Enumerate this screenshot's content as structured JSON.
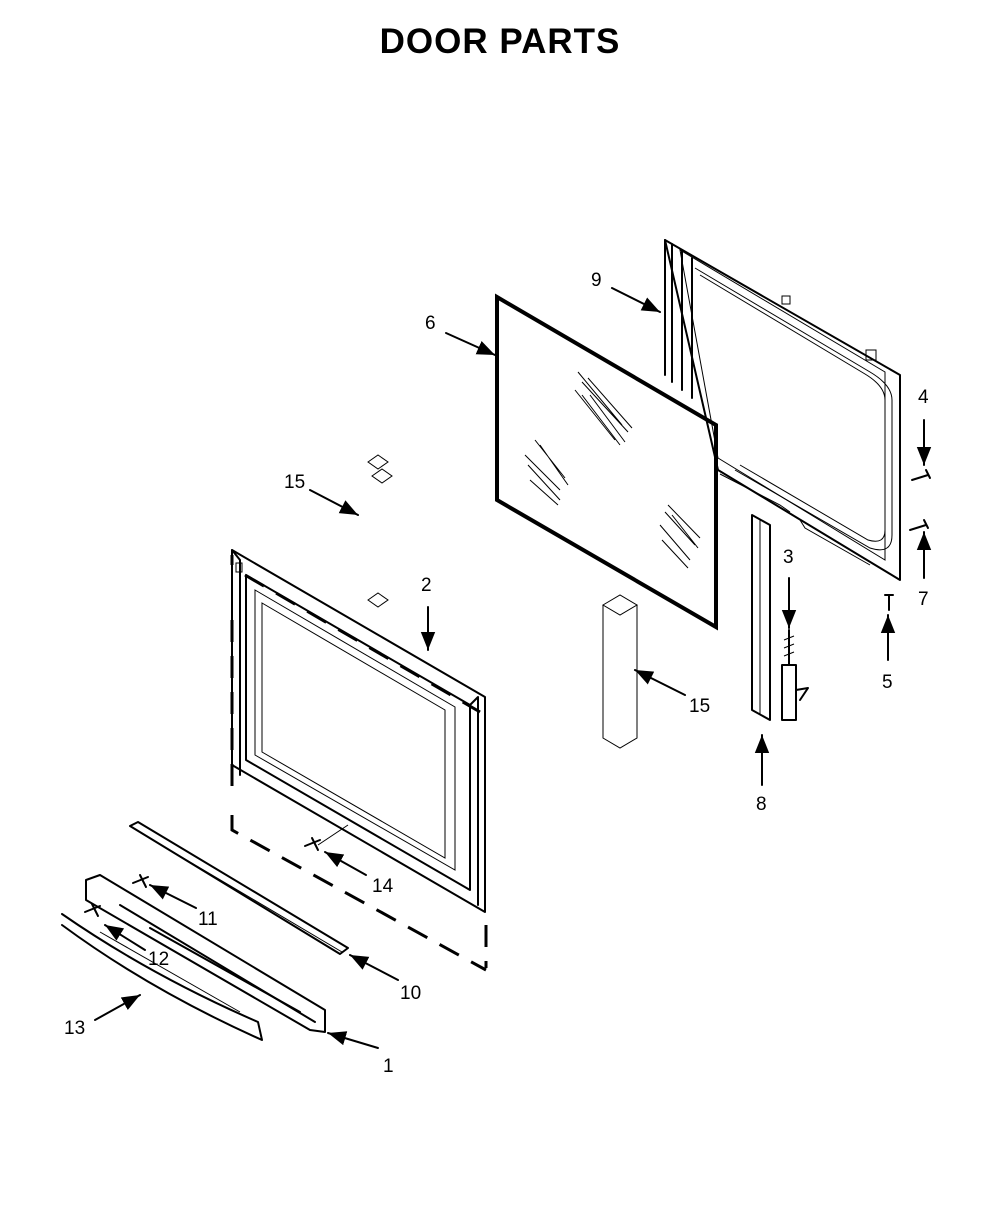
{
  "title": "DOOR PARTS",
  "callouts": [
    {
      "part": "1",
      "name": "door-frame-bottom"
    },
    {
      "part": "2",
      "name": "outer-door-panel"
    },
    {
      "part": "3",
      "name": "door-hinge"
    },
    {
      "part": "4",
      "name": "screw"
    },
    {
      "part": "5",
      "name": "screw"
    },
    {
      "part": "6",
      "name": "door-glass"
    },
    {
      "part": "7",
      "name": "screw"
    },
    {
      "part": "8",
      "name": "hinge-channel"
    },
    {
      "part": "9",
      "name": "inner-door-liner"
    },
    {
      "part": "10",
      "name": "handle-trim"
    },
    {
      "part": "11",
      "name": "screw"
    },
    {
      "part": "12",
      "name": "clip"
    },
    {
      "part": "13",
      "name": "door-handle"
    },
    {
      "part": "14",
      "name": "screw"
    },
    {
      "part": "15",
      "name": "insulation"
    },
    {
      "part": "15",
      "name": "insulation"
    }
  ]
}
